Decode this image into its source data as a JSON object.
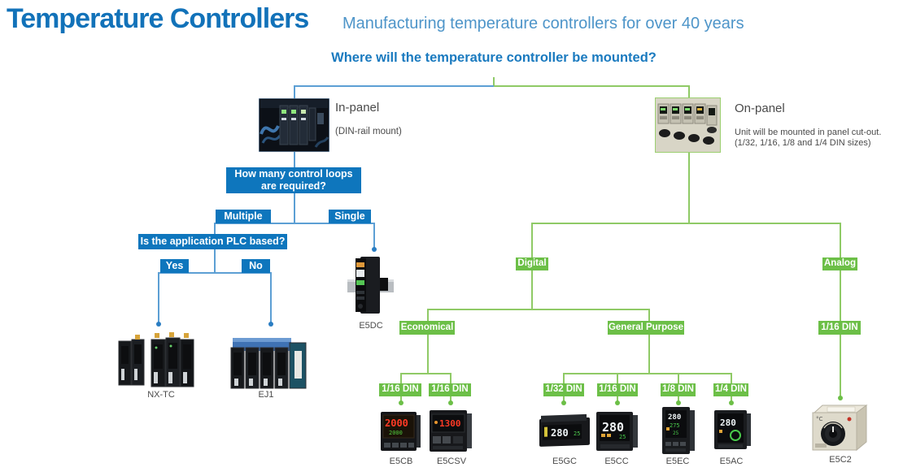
{
  "header": {
    "title": "Temperature Controllers",
    "subtitle": "Manufacturing temperature controllers for over 40 years"
  },
  "question": "Where will the temperature controller be mounted?",
  "in_panel": {
    "label": "In-panel",
    "note": "(DIN-rail mount)",
    "loops_question": "How many control loops are required?",
    "multiple": "Multiple",
    "single": "Single",
    "plc_question": "Is the application PLC based?",
    "yes": "Yes",
    "no": "No"
  },
  "on_panel": {
    "label": "On-panel",
    "note1": "Unit will be mounted in panel cut-out.",
    "note2": "(1/32, 1/16, 1/8 and 1/4 DIN sizes)",
    "digital": "Digital",
    "analog": "Analog",
    "economical": "Economical",
    "general_purpose": "General Purpose",
    "analog_din": "1/16 DIN"
  },
  "din_sizes": {
    "economical": [
      "1/16 DIN",
      "1/16 DIN"
    ],
    "general_purpose": [
      "1/32 DIN",
      "1/16 DIN",
      "1/8 DIN",
      "1/4 DIN"
    ]
  },
  "products": {
    "e5dc": "E5DC",
    "nx_tc": "NX-TC",
    "ej1": "EJ1",
    "e5cb": "E5CB",
    "e5csv": "E5CSV",
    "e5gc": "E5GC",
    "e5cc": "E5CC",
    "e5ec": "E5EC",
    "e5ac": "E5AC",
    "e5c2": "E5C2"
  },
  "displays": {
    "e5cb_main": "2000",
    "e5cb_sub": "2000",
    "e5csv_main": "1300",
    "e5gc_main": "280",
    "e5gc_sub": "25",
    "e5cc_main": "280",
    "e5cc_sub": "25",
    "e5ec_main": "280",
    "e5ec_mid": "275",
    "e5ec_sub": "25",
    "e5ac_main": "280",
    "e5c2_unit": "°C"
  },
  "colors": {
    "title_blue": "#1272b9",
    "subtitle_blue": "#4e95c9",
    "blue_accent": "#0e76bd",
    "blue_line": "#5c9fd4",
    "green_accent": "#6cbf47",
    "green_line": "#8fca66"
  }
}
